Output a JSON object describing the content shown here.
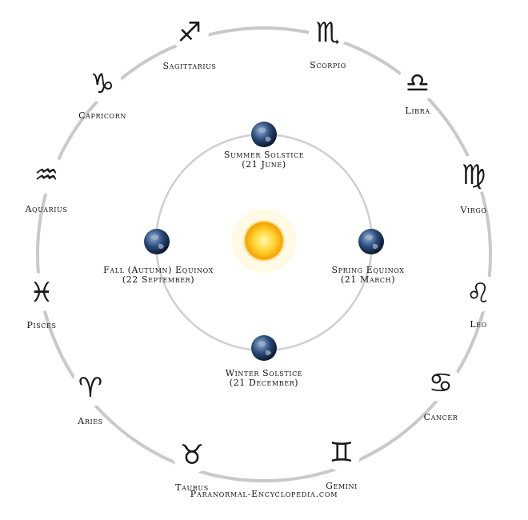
{
  "zodiac": [
    {
      "key": "sagittarius",
      "label": "Sagittarius",
      "glyph": "♐"
    },
    {
      "key": "scorpio",
      "label": "Scorpio",
      "glyph": "♏"
    },
    {
      "key": "libra",
      "label": "Libra",
      "glyph": "♎"
    },
    {
      "key": "virgo",
      "label": "Virgo",
      "glyph": "♍"
    },
    {
      "key": "leo",
      "label": "Leo",
      "glyph": "♌"
    },
    {
      "key": "cancer",
      "label": "Cancer",
      "glyph": "♋"
    },
    {
      "key": "gemini",
      "label": "Gemini",
      "glyph": "♊"
    },
    {
      "key": "taurus",
      "label": "Taurus",
      "glyph": "♉"
    },
    {
      "key": "aries",
      "label": "Aries",
      "glyph": "♈"
    },
    {
      "key": "pisces",
      "label": "Pisces",
      "glyph": "♓"
    },
    {
      "key": "aquarius",
      "label": "Aquarius",
      "glyph": "♒"
    },
    {
      "key": "capricorn",
      "label": "Capricorn",
      "glyph": "♑"
    }
  ],
  "seasons": {
    "summer": {
      "name": "Summer Solstice",
      "date": "(21 June)"
    },
    "spring": {
      "name": "Spring Equinox",
      "date": "(21 March)"
    },
    "winter": {
      "name": "Winter Solstice",
      "date": "(21 December)"
    },
    "fall": {
      "name": "Fall (Autumn) Equinox",
      "date": "(22 September)"
    }
  },
  "footer": "Paranormal-Encyclopedia.com",
  "colors": {
    "ring": "#c9c9c9",
    "orbit": "#cfcfcf",
    "sun_core": "#ffd83a",
    "sun_edge": "#f5a300",
    "earth_ocean": "#2b4a7a",
    "earth_land": "#8fa3b8"
  }
}
